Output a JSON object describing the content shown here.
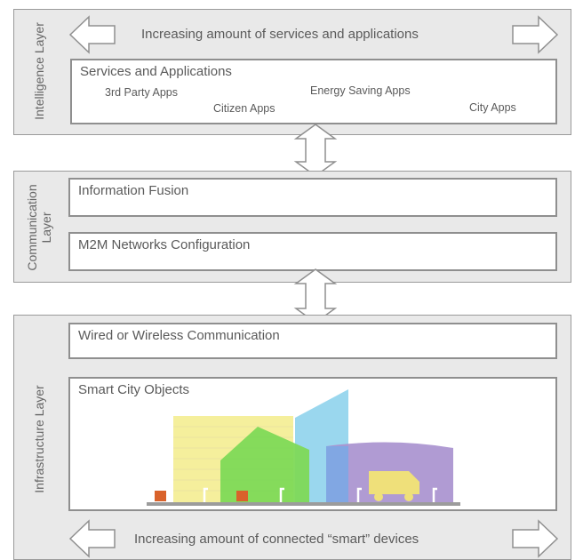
{
  "layers": {
    "intelligence": {
      "label": "Intelligence Layer",
      "arrow_text": "Increasing amount of services and applications",
      "box_title": "Services and Applications",
      "apps": [
        "3rd Party Apps",
        "Citizen Apps",
        "Energy Saving Apps",
        "City Apps"
      ]
    },
    "communication": {
      "label_line1": "Communication",
      "label_line2": "Layer",
      "box1_title": "Information Fusion",
      "box2_title": "M2M Networks Configuration"
    },
    "infrastructure": {
      "label": "Infrastructure Layer",
      "box1_title": "Wired or Wireless Communication",
      "box2_title": "Smart City Objects",
      "arrow_text": "Increasing amount of connected “smart” devices"
    }
  },
  "colors": {
    "layer_bg": "#e9e9e9",
    "border": "#8f8f8f",
    "yellow_building": "#f5ef9c",
    "green_building": "#7ed957",
    "blue_building": "#8fd3ec",
    "purple_building": "#a993cf",
    "vehicle": "#efe07a",
    "ground": "#9c9c9c",
    "small_block": "#d9622b"
  }
}
